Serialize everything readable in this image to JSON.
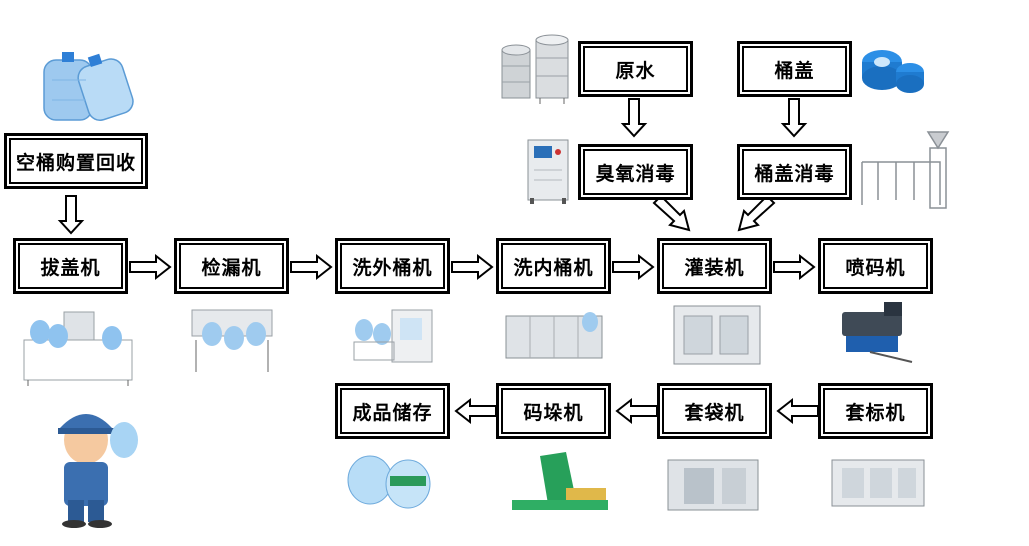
{
  "nodes": {
    "recycle": "空桶购置回收",
    "uncap": "拔盖机",
    "leak": "检漏机",
    "wash_out": "洗外桶机",
    "wash_in": "洗内桶机",
    "fill": "灌装机",
    "code": "喷码机",
    "raw_water": "原水",
    "cap": "桶盖",
    "ozone": "臭氧消毒",
    "cap_disinfect": "桶盖消毒",
    "label": "套标机",
    "bag": "套袋机",
    "stack": "码垛机",
    "storage": "成品储存"
  },
  "colors": {
    "box_border": "#000000",
    "text": "#000000",
    "background": "#ffffff"
  }
}
